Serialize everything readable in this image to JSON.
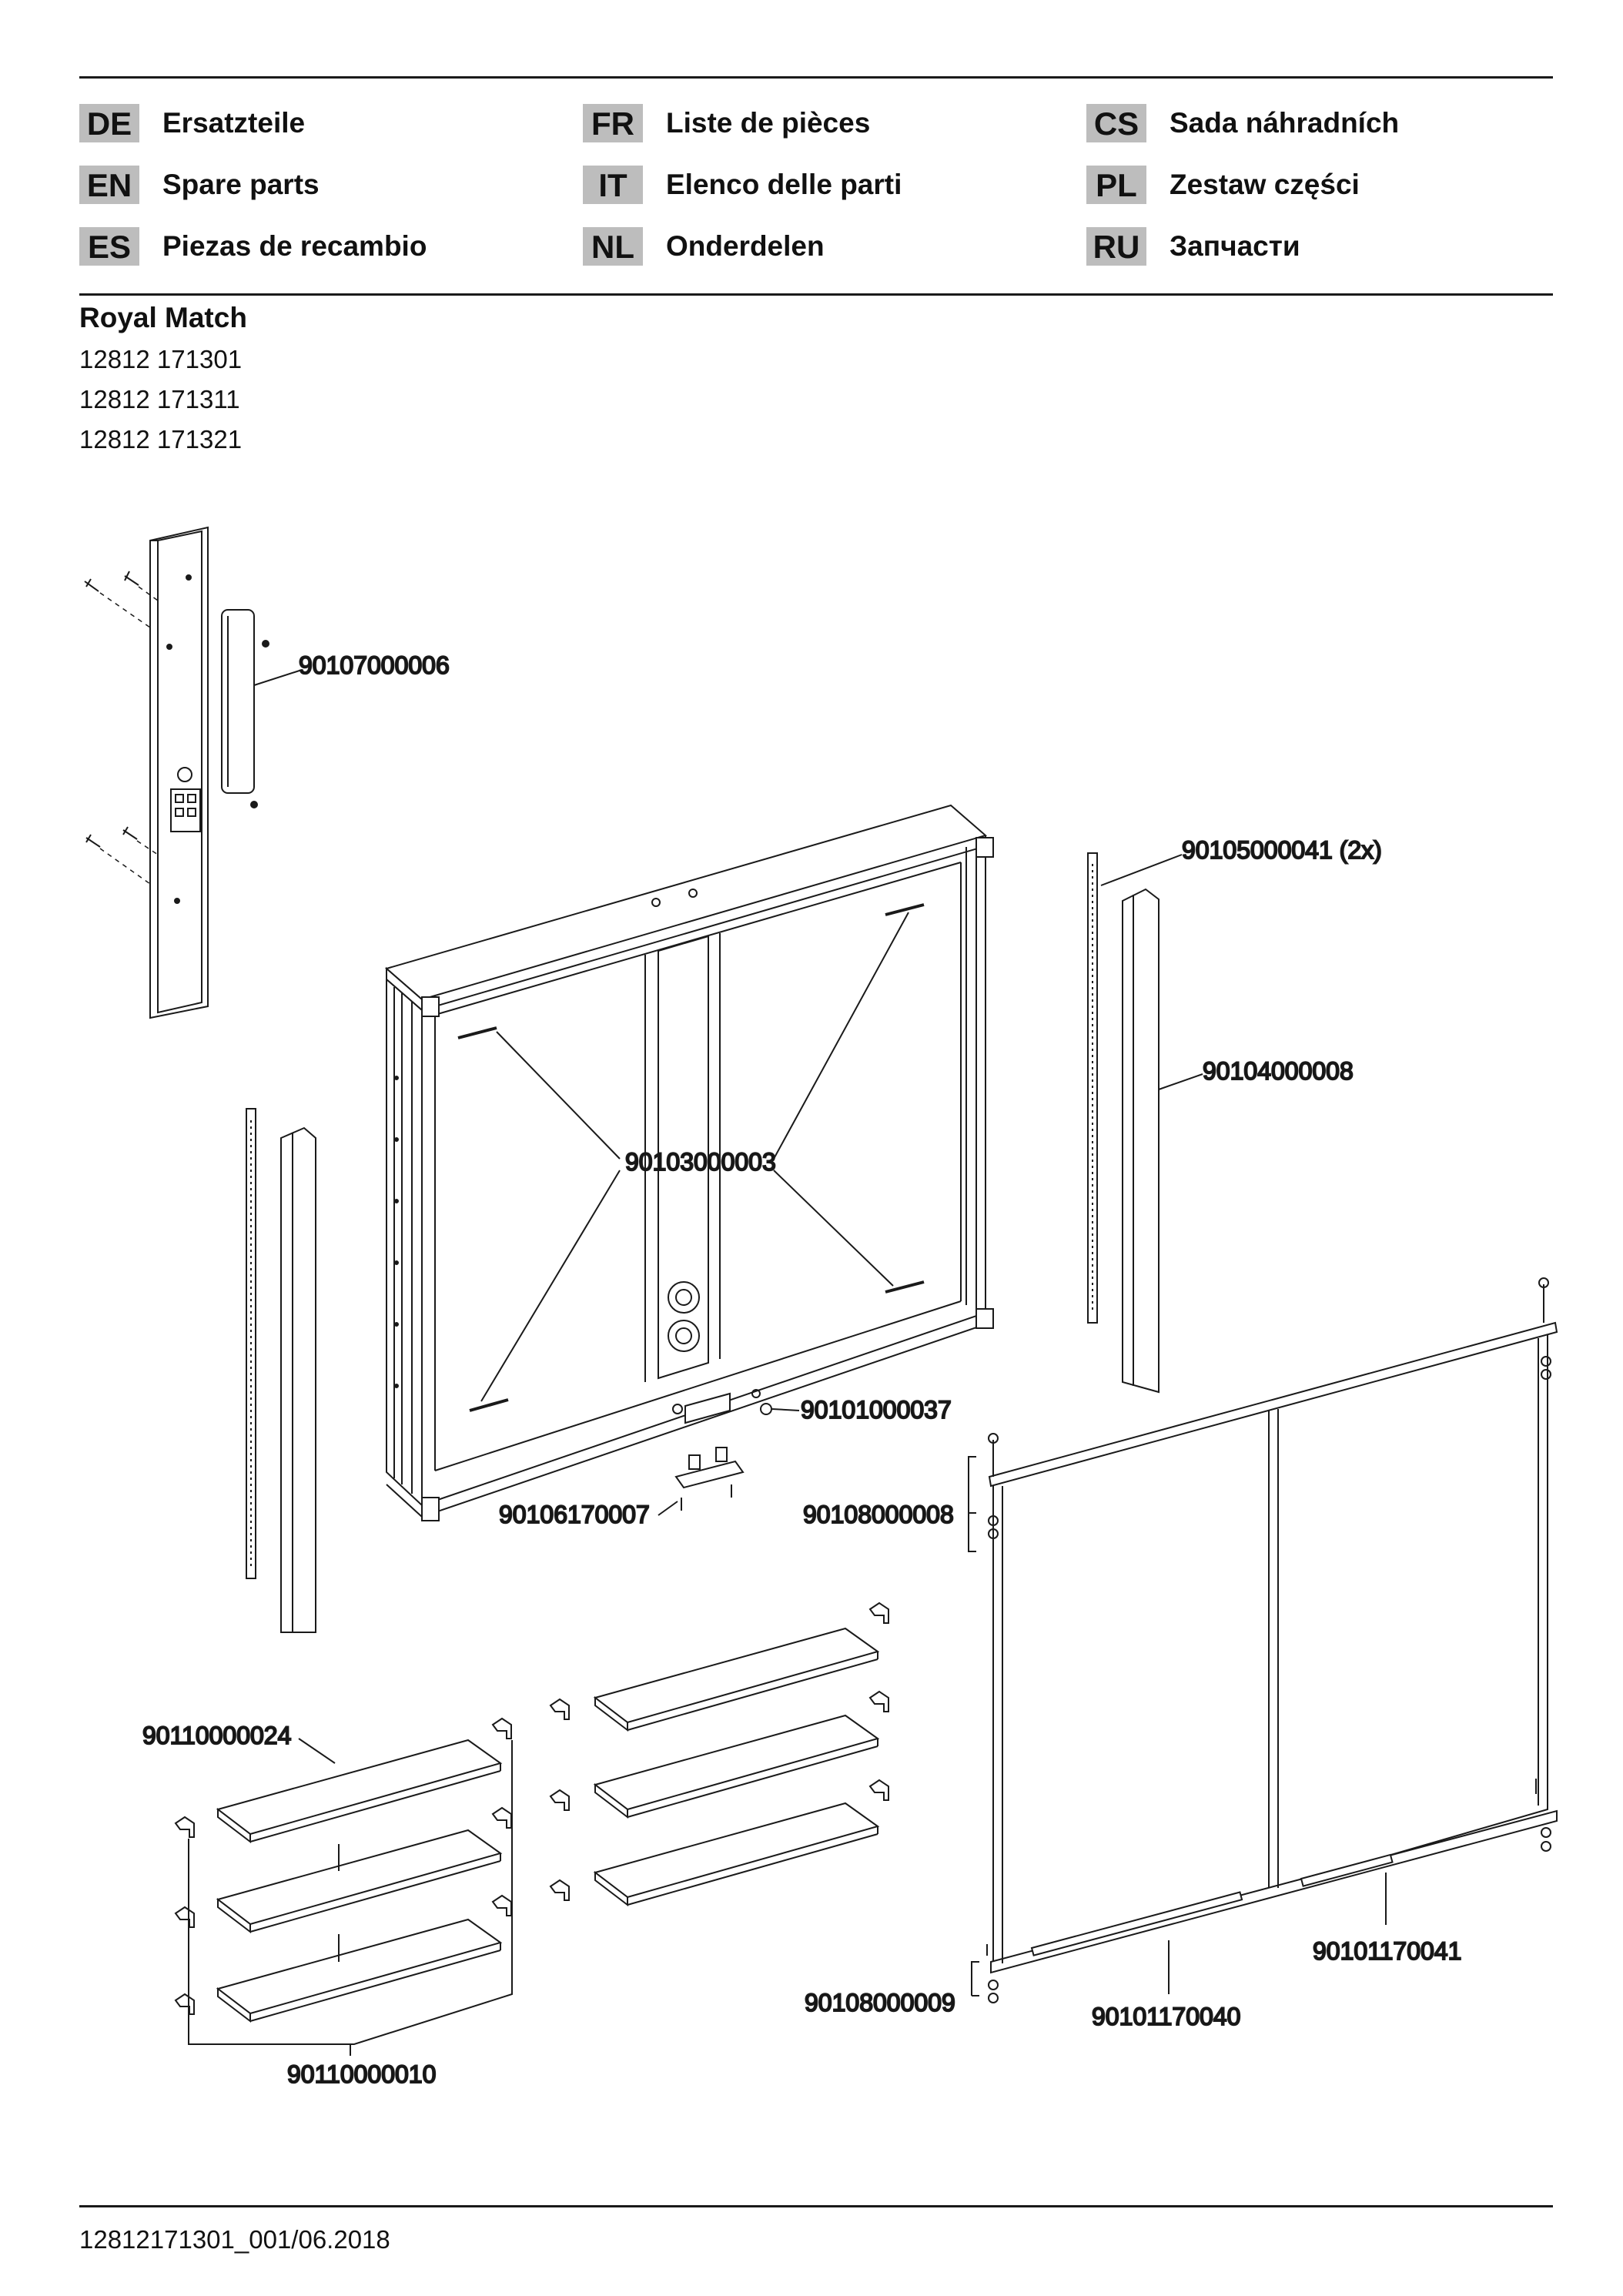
{
  "languages": [
    {
      "code": "DE",
      "label": "Ersatzteile"
    },
    {
      "code": "EN",
      "label": "Spare parts"
    },
    {
      "code": "ES",
      "label": "Piezas de recambio"
    },
    {
      "code": "FR",
      "label": "Liste de pièces"
    },
    {
      "code": "IT",
      "label": "Elenco delle parti"
    },
    {
      "code": "NL",
      "label": "Onderdelen"
    },
    {
      "code": "CS",
      "label": "Sada náhradních"
    },
    {
      "code": "PL",
      "label": "Zestaw części"
    },
    {
      "code": "RU",
      "label": "Запчасти"
    }
  ],
  "product": {
    "name": "Royal Match",
    "variants": [
      "12812 171301",
      "12812 171311",
      "12812 171321"
    ]
  },
  "parts": {
    "light_unit": "90107000006",
    "side_trim_strip": "90105000041 (2x)",
    "side_profile": "90104000008",
    "hinge_screws": "90103000003",
    "cap": "90101000037",
    "socket_bracket": "90106170007",
    "hinge_top": "90108000008",
    "shelf_large": "90110000024",
    "shelf_supports": "90110000010",
    "door_right_bar": "90101170041",
    "hinge_bottom": "90108000009",
    "door_left_bar": "90101170040"
  },
  "footer": {
    "doc_id": "12812171301_001/06.2018"
  }
}
